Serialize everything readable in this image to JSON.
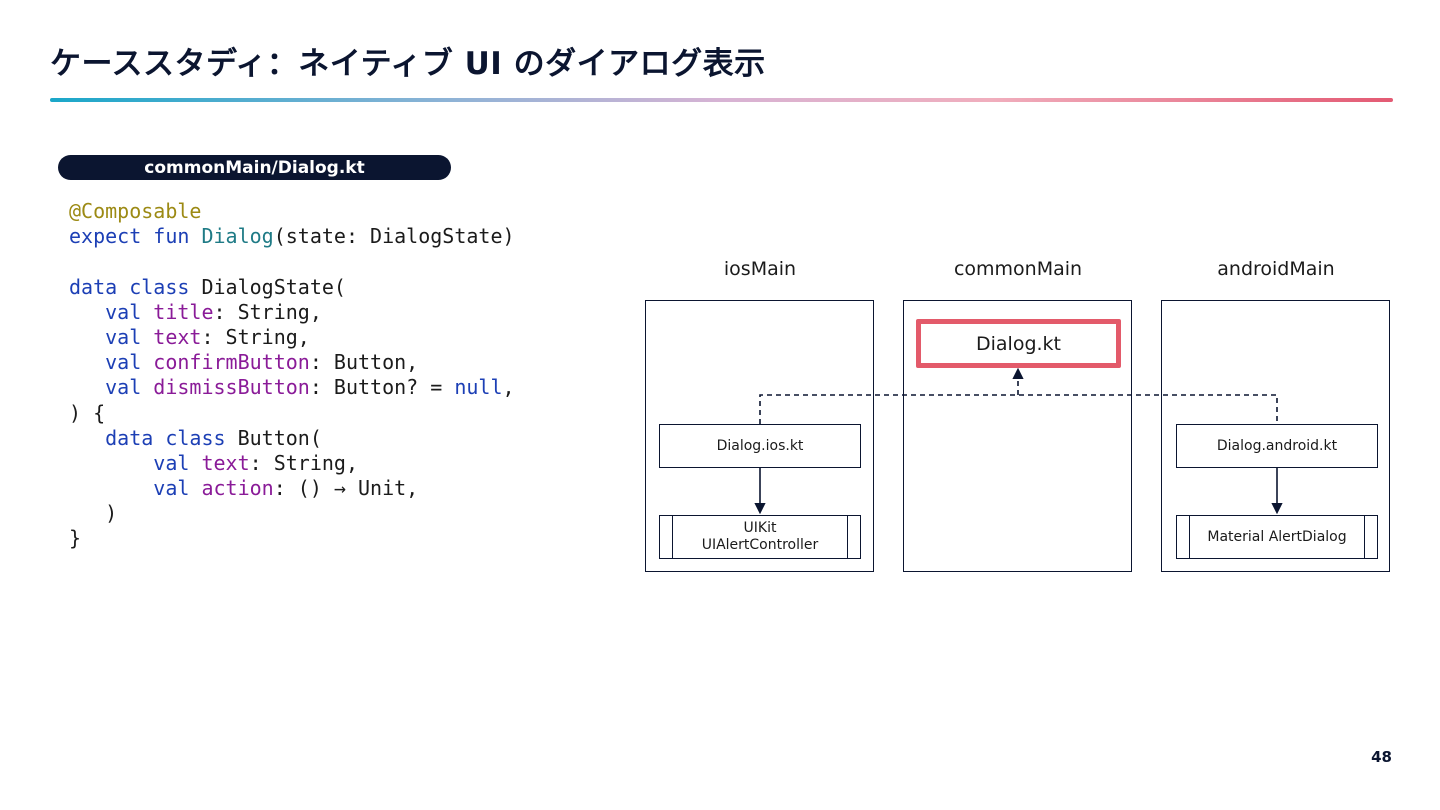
{
  "slide": {
    "title": "ケーススタディ：ネイティブ UI のダイアログ表示",
    "page_number": "48"
  },
  "code_panel": {
    "file_label": "commonMain/Dialog.kt",
    "lines": [
      [
        {
          "t": "@Composable",
          "k": "ann"
        }
      ],
      [
        {
          "t": "expect",
          "k": "kw"
        },
        {
          "t": " "
        },
        {
          "t": "fun",
          "k": "kw"
        },
        {
          "t": " "
        },
        {
          "t": "Dialog",
          "k": "fn"
        },
        {
          "t": "(state: DialogState)"
        }
      ],
      [],
      [
        {
          "t": "data",
          "k": "kw"
        },
        {
          "t": " "
        },
        {
          "t": "class",
          "k": "kw"
        },
        {
          "t": " DialogState("
        }
      ],
      [
        {
          "t": "   "
        },
        {
          "t": "val",
          "k": "kw"
        },
        {
          "t": " "
        },
        {
          "t": "title",
          "k": "prop"
        },
        {
          "t": ": String,"
        }
      ],
      [
        {
          "t": "   "
        },
        {
          "t": "val",
          "k": "kw"
        },
        {
          "t": " "
        },
        {
          "t": "text",
          "k": "prop"
        },
        {
          "t": ": String,"
        }
      ],
      [
        {
          "t": "   "
        },
        {
          "t": "val",
          "k": "kw"
        },
        {
          "t": " "
        },
        {
          "t": "confirmButton",
          "k": "prop"
        },
        {
          "t": ": Button,"
        }
      ],
      [
        {
          "t": "   "
        },
        {
          "t": "val",
          "k": "kw"
        },
        {
          "t": " "
        },
        {
          "t": "dismissButton",
          "k": "prop"
        },
        {
          "t": ": Button? = "
        },
        {
          "t": "null",
          "k": "kw"
        },
        {
          "t": ","
        }
      ],
      [
        {
          "t": ") {"
        }
      ],
      [
        {
          "t": "   "
        },
        {
          "t": "data",
          "k": "kw"
        },
        {
          "t": " "
        },
        {
          "t": "class",
          "k": "kw"
        },
        {
          "t": " Button("
        }
      ],
      [
        {
          "t": "       "
        },
        {
          "t": "val",
          "k": "kw"
        },
        {
          "t": " "
        },
        {
          "t": "text",
          "k": "prop"
        },
        {
          "t": ": String,"
        }
      ],
      [
        {
          "t": "       "
        },
        {
          "t": "val",
          "k": "kw"
        },
        {
          "t": " "
        },
        {
          "t": "action",
          "k": "prop"
        },
        {
          "t": ": () → Unit,"
        }
      ],
      [
        {
          "t": "   )"
        }
      ],
      [
        {
          "t": "}"
        }
      ]
    ]
  },
  "diagram": {
    "modules": {
      "ios": {
        "label": "iosMain"
      },
      "common": {
        "label": "commonMain"
      },
      "android": {
        "label": "androidMain"
      }
    },
    "nodes": {
      "common_dialog": "Dialog.kt",
      "ios_dialog": "Dialog.ios.kt",
      "ios_lib_line1": "UIKit",
      "ios_lib_line2": "UIAlertController",
      "android_dialog": "Dialog.android.kt",
      "android_lib": "Material AlertDialog"
    },
    "colors": {
      "highlight_border": "#e35a6a",
      "stroke": "#0b1530"
    }
  },
  "theme": {
    "accent_gradient": [
      "#1aa7c9",
      "#d7b3d4",
      "#e35a73"
    ],
    "code_keyword": "#1c3fb5",
    "code_annotation": "#9c8a14",
    "code_function": "#1f7b86",
    "code_property": "#8a1b98"
  }
}
